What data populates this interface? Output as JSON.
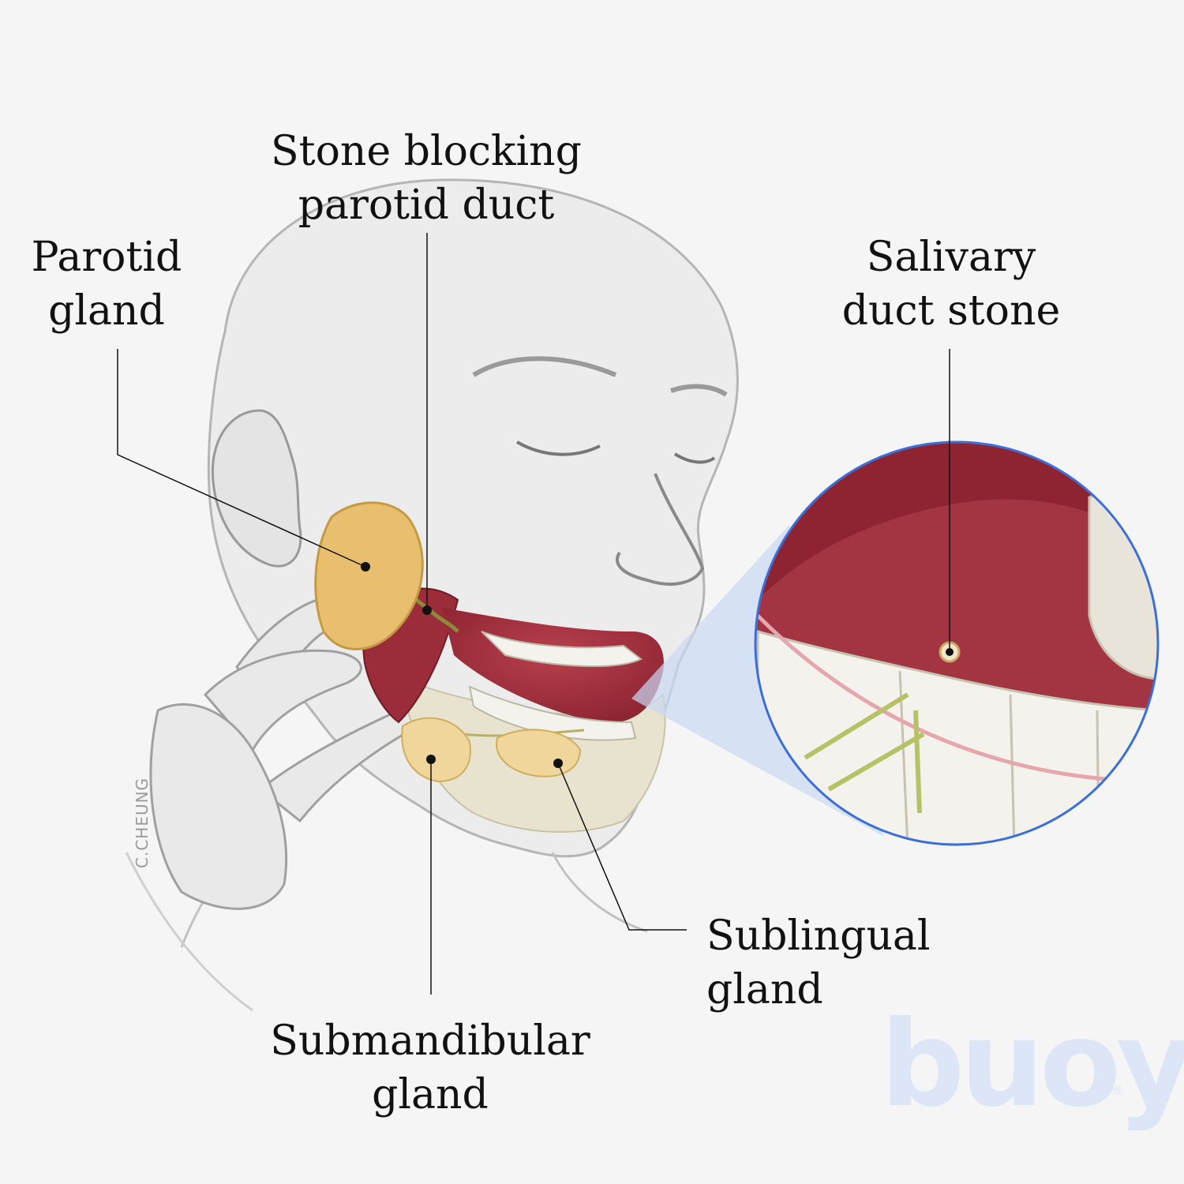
{
  "labels": {
    "stone_blocking": [
      "Stone blocking",
      "parotid duct"
    ],
    "parotid": [
      "Parotid",
      "gland"
    ],
    "salivary": [
      "Salivary",
      "duct stone"
    ],
    "sublingual": [
      "Sublingual",
      "gland"
    ],
    "submandibular": [
      "Submandibular",
      "gland"
    ]
  },
  "signature": "C.CHEUNG",
  "logo": "buoy",
  "logo_mark": "®",
  "colors": {
    "background": "#f5f5f5",
    "sketch": "#9e9e9e",
    "gland": "#e8bf6e",
    "muscle": "#9b2d3a",
    "gum": "#a33442",
    "tooth": "#f4f2ec",
    "zoom_ring": "#3b6fd6",
    "zoom_cone": "#c9d8f4",
    "leader": "#111111"
  }
}
